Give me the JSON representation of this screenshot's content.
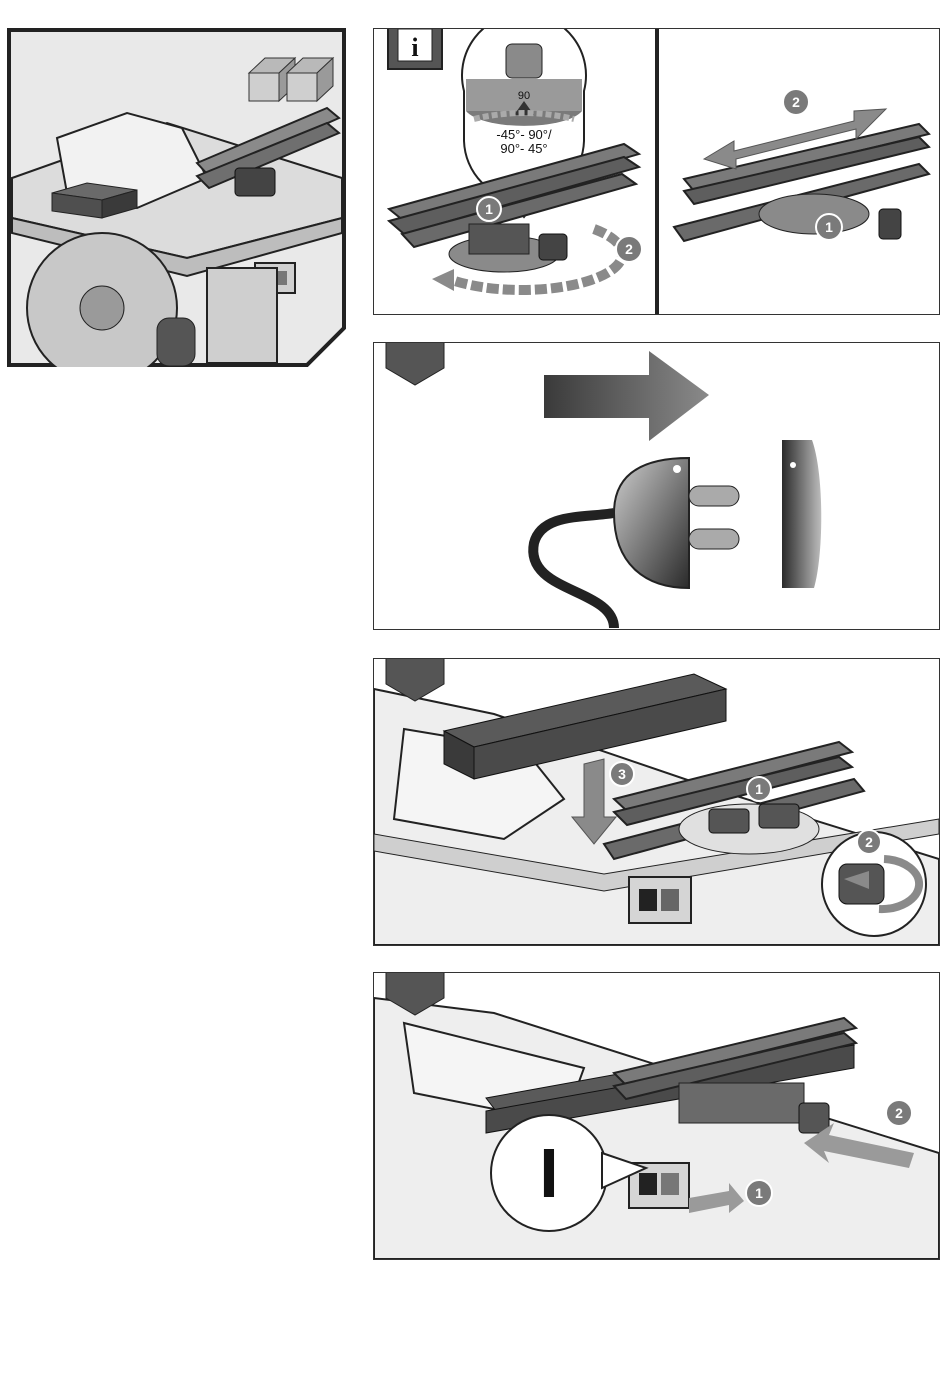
{
  "info_panel": {
    "info_icon_letter": "i",
    "dial_scale_value": "90",
    "angle_range_line1": "-45°- 90°/",
    "angle_range_line2": "90°- 45°",
    "steps": [
      "1",
      "2"
    ]
  },
  "slide_panel": {
    "steps": [
      "2",
      "1"
    ]
  },
  "unplug_panel": {
    "icons": [
      "arrow-right-icon",
      "plug-icon",
      "socket-icon"
    ]
  },
  "fence_panel": {
    "steps": [
      "1",
      "2",
      "3"
    ]
  },
  "switch_panel": {
    "switch_symbol": "I",
    "steps": [
      "2",
      "1"
    ]
  },
  "colors": {
    "frame": "#333333",
    "badge": "#555555",
    "step_circle": "#7a7a7a",
    "wood": "#4a4a4a",
    "panel_bg": "#ffffff"
  }
}
